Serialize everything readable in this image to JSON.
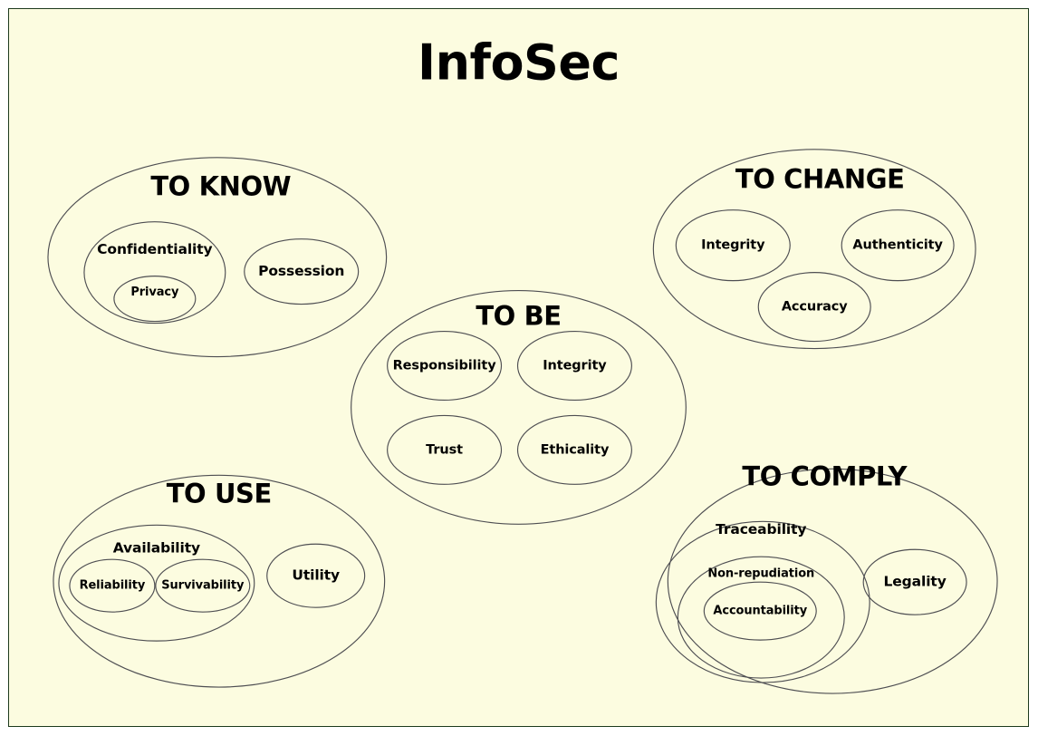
{
  "document": {
    "title": "InfoSec",
    "background_color": "#fcfce0",
    "page_border_color": "#1d3a1d",
    "ellipse_stroke_color": "#4e4e52",
    "text_color": "#000000"
  },
  "clusters": {
    "to_know": {
      "title": "TO KNOW",
      "nodes": {
        "confidentiality": "Confidentiality",
        "privacy": "Privacy",
        "possession": "Possession"
      }
    },
    "to_change": {
      "title": "TO CHANGE",
      "nodes": {
        "integrity": "Integrity",
        "authenticity": "Authenticity",
        "accuracy": "Accuracy"
      }
    },
    "to_be": {
      "title": "TO BE",
      "nodes": {
        "responsibility": "Responsibility",
        "integrity": "Integrity",
        "trust": "Trust",
        "ethicality": "Ethicality"
      }
    },
    "to_use": {
      "title": "TO USE",
      "nodes": {
        "availability": "Availability",
        "reliability": "Reliability",
        "survivability": "Survivability",
        "utility": "Utility"
      }
    },
    "to_comply": {
      "title": "TO COMPLY",
      "nodes": {
        "traceability": "Traceability",
        "non_repudiation": "Non-repudiation",
        "accountability": "Accountability",
        "legality": "Legality"
      }
    }
  }
}
